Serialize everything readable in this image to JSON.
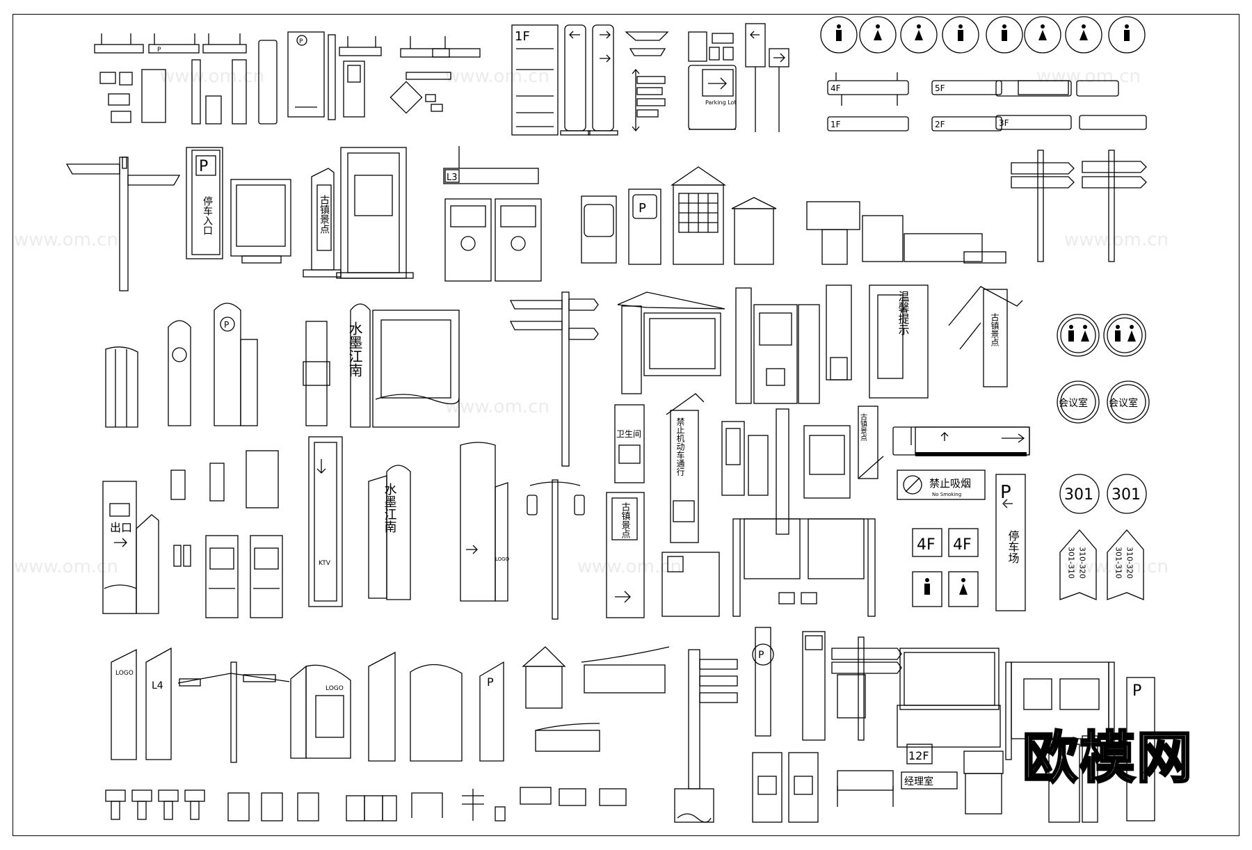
{
  "labels": {
    "floor_1f": "1F",
    "floor_2f": "2F",
    "floor_3f": "3F",
    "floor_4f": "4F",
    "floor_5f": "5F",
    "floor_12f": "12F",
    "level_l3": "L3",
    "level_l4": "L4",
    "parking_p": "P",
    "parking_lot": "Parking Lot",
    "parking_entrance": "停车入口",
    "parking": "停车场",
    "scenic_spot": "古镇景点",
    "jiangnan": "水墨江南",
    "exit": "出口",
    "toilet": "卫生间",
    "no_smoking": "禁止吸烟",
    "no_smoking_en": "No Smoking",
    "meeting_room": "会议室",
    "room_301": "301",
    "range_a": "301-310",
    "range_b": "310-320",
    "manager_office": "经理室",
    "logo": "LOGO",
    "brand_watermark": "欧模网",
    "watermark_url": "www.om.cn",
    "ktv": "KTV",
    "warm_tip": "温馨提示",
    "no_parking_v": "禁止机动车通行"
  }
}
